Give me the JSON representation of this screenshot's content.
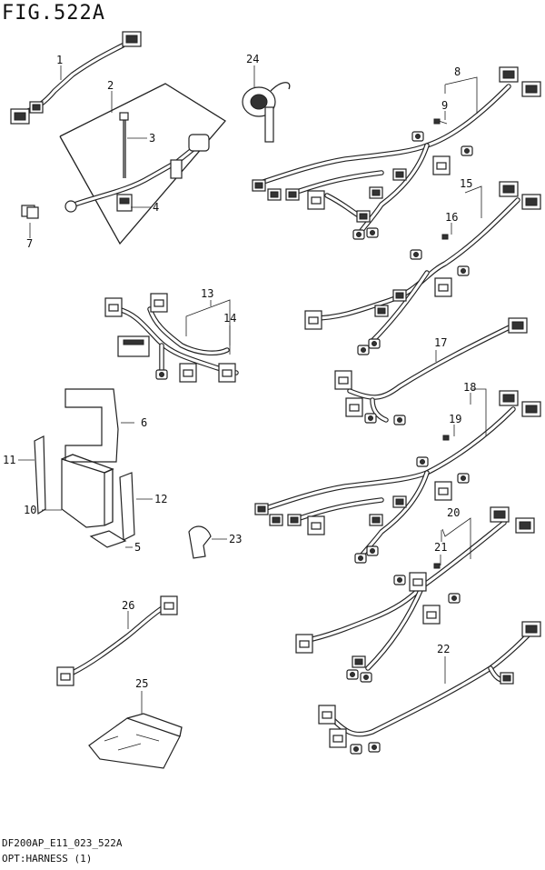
{
  "figure_title": "FIG.522A",
  "footer": {
    "model_code": "DF200AP_E11_023_522A",
    "section": "OPT:HARNESS (1)"
  },
  "callouts": [
    "1",
    "2",
    "3",
    "4",
    "5",
    "6",
    "7",
    "8",
    "9",
    "10",
    "11",
    "12",
    "13",
    "14",
    "15",
    "16",
    "17",
    "18",
    "19",
    "20",
    "21",
    "22",
    "23",
    "24",
    "25",
    "26"
  ]
}
